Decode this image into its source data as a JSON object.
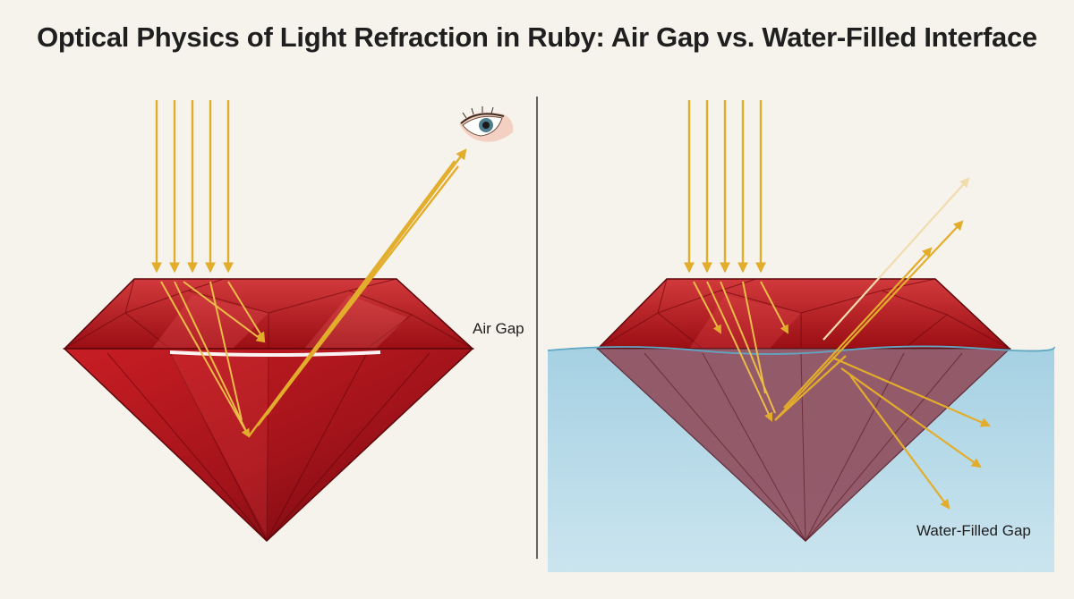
{
  "title": "Optical Physics of Light Refraction in Ruby: Air Gap vs. Water-Filled Interface",
  "panels": {
    "left": {
      "label": "Air Gap"
    },
    "right": {
      "label": "Water-Filled Gap"
    }
  },
  "colors": {
    "background": "#f6f3ec",
    "ruby": "#b3141b",
    "ruby_dark": "#6e070c",
    "light_ray": "#e9b73a",
    "water": "#a9d3e4",
    "divider": "#333333"
  },
  "icons": [
    "eye-icon"
  ]
}
